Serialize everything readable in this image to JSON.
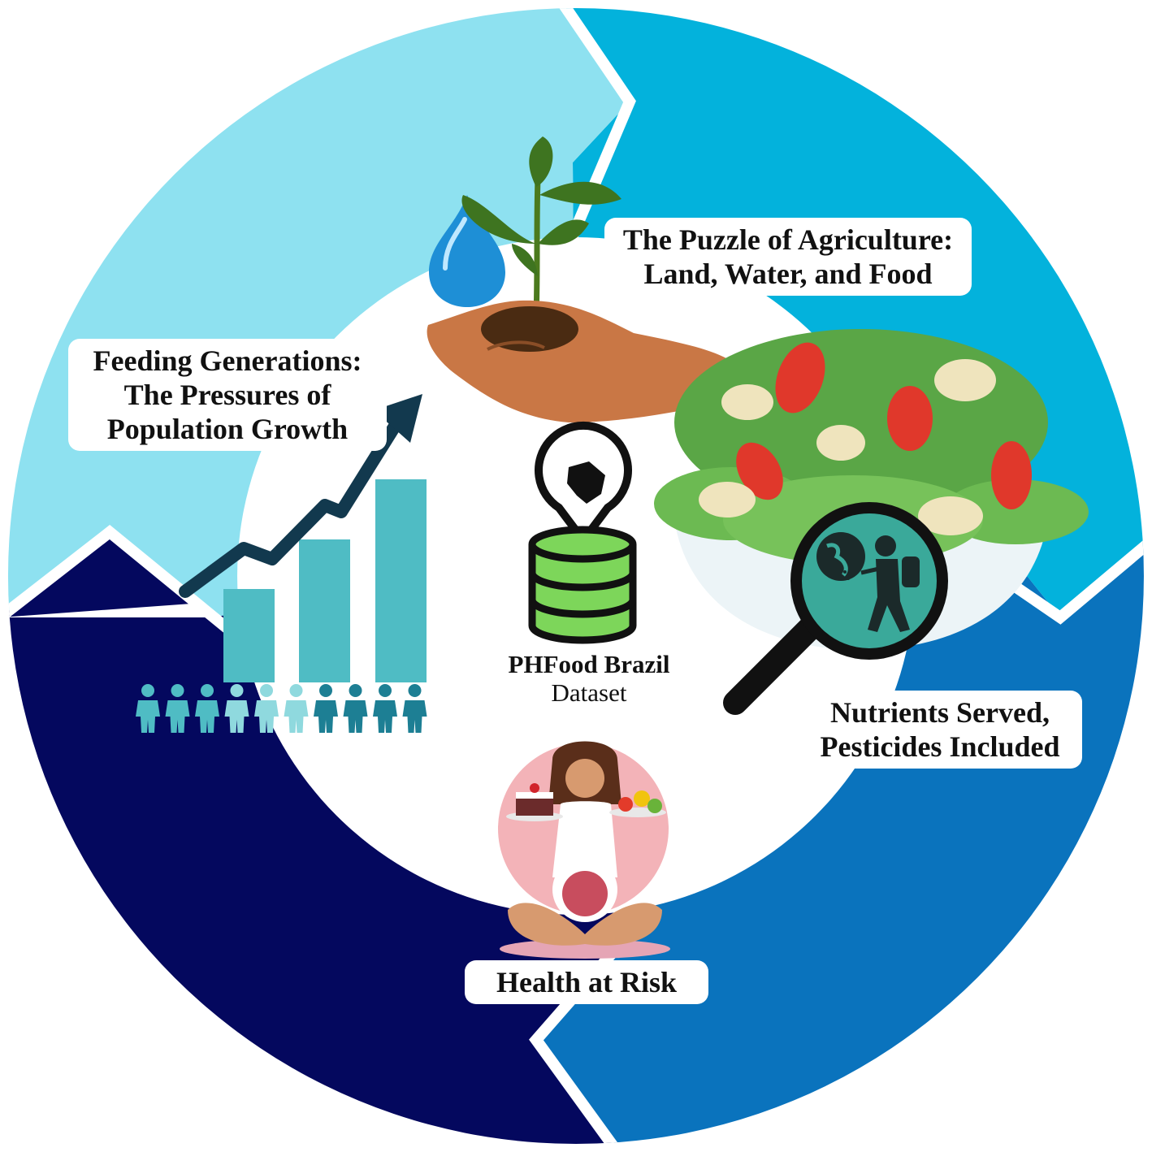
{
  "colors": {
    "ring_top_left": "#8ee1f0",
    "ring_top_right": "#03b2dc",
    "ring_bottom_right": "#0a73bd",
    "ring_bottom_left": "#04085e",
    "bar_fill": "#4fbcc4",
    "growth_arrow": "#12394e",
    "database_fill": "#7dd65a"
  },
  "segments": [
    {
      "name": "feeding-generations",
      "label_lines": [
        "Feeding Generations:",
        "The Pressures of",
        "Population Growth"
      ]
    },
    {
      "name": "puzzle-of-agriculture",
      "label_lines": [
        "The Puzzle of Agriculture:",
        "Land, Water, and Food"
      ]
    },
    {
      "name": "nutrients-pesticides",
      "label_lines": [
        "Nutrients Served,",
        "Pesticides Included"
      ]
    },
    {
      "name": "health-at-risk",
      "label_lines": [
        "Health at Risk"
      ]
    }
  ],
  "center": {
    "title": "PHFood Brazil",
    "subtitle": "Dataset"
  },
  "icons": [
    "water-drop-icon",
    "sprout-icon",
    "hand-icon",
    "salad-bowl-icon",
    "magnifier-icon",
    "globe-icon",
    "pesticide-sprayer-icon",
    "brazil-map-pin-icon",
    "database-icon",
    "growth-arrow-icon",
    "bar-chart-icon",
    "people-icon",
    "pregnant-woman-icon",
    "cake-icon",
    "vegetables-icon",
    "fetus-icon"
  ]
}
